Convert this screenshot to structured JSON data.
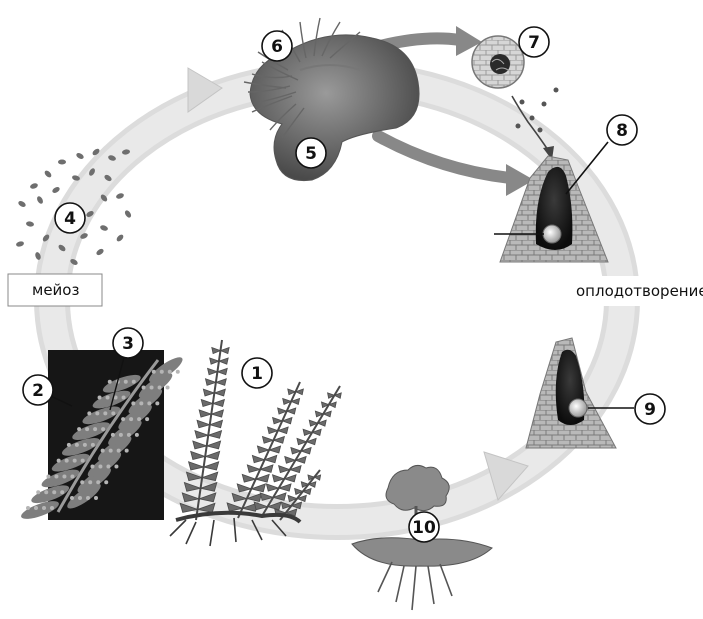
{
  "labels": {
    "meiosis": "мейоз",
    "fertilization": "оплодотворение"
  },
  "markers": [
    "1",
    "2",
    "3",
    "4",
    "5",
    "6",
    "7",
    "8",
    "9",
    "10"
  ]
}
